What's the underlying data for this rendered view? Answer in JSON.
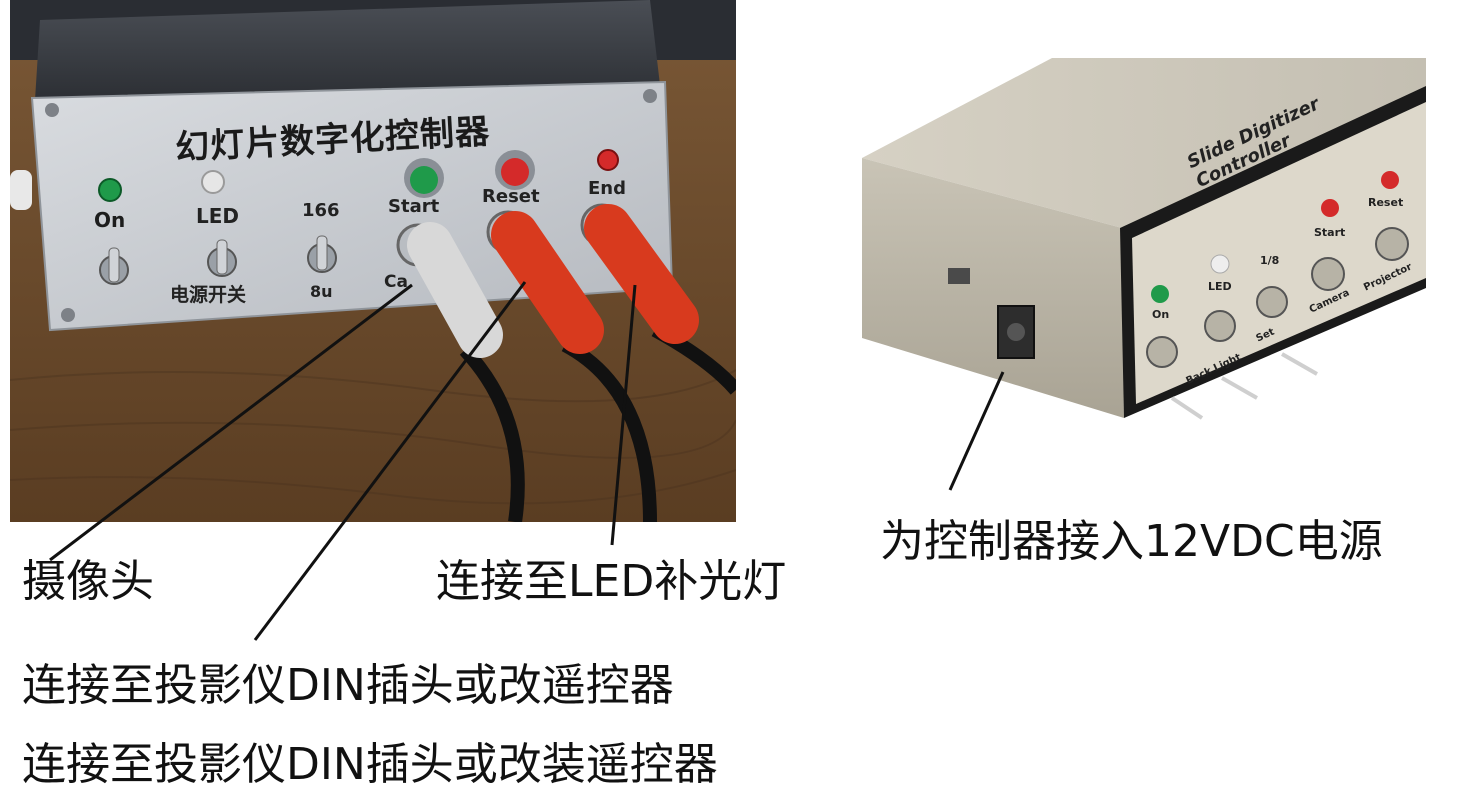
{
  "left_photo": {
    "panel_title": "幻灯片数字化控制器",
    "labels": {
      "on": "On",
      "led": "LED",
      "num": "166",
      "start": "Start",
      "reset": "Reset",
      "end": "End",
      "power_switch": "电源开关",
      "camera_partial": "Ca",
      "bu": "8u"
    }
  },
  "right_photo": {
    "panel_title": "Slide Digitizer Controller",
    "labels": {
      "on": "On",
      "led": "LED",
      "num": "1/8",
      "start": "Start",
      "reset": "Reset",
      "camera": "Camera",
      "projector": "Projector",
      "backlight": "Back Light",
      "set": "Set"
    }
  },
  "captions": {
    "camera": "摄像头",
    "led_light": "连接至LED补光灯",
    "power": "为控制器接入12VDC电源",
    "din_line1": "连接至投影仪DIN插头或改遥控器",
    "din_line2": "连接至投影仪DIN插头或改装遥控器"
  },
  "colors": {
    "panel_silver": "#c9cdd2",
    "wood": "#6a4a2c",
    "cable_red": "#d83a1e",
    "cable_white": "#d8d8d8",
    "led_green": "#1f9a4a",
    "led_red": "#d42a2a",
    "box_beige": "#bdb7a8"
  }
}
